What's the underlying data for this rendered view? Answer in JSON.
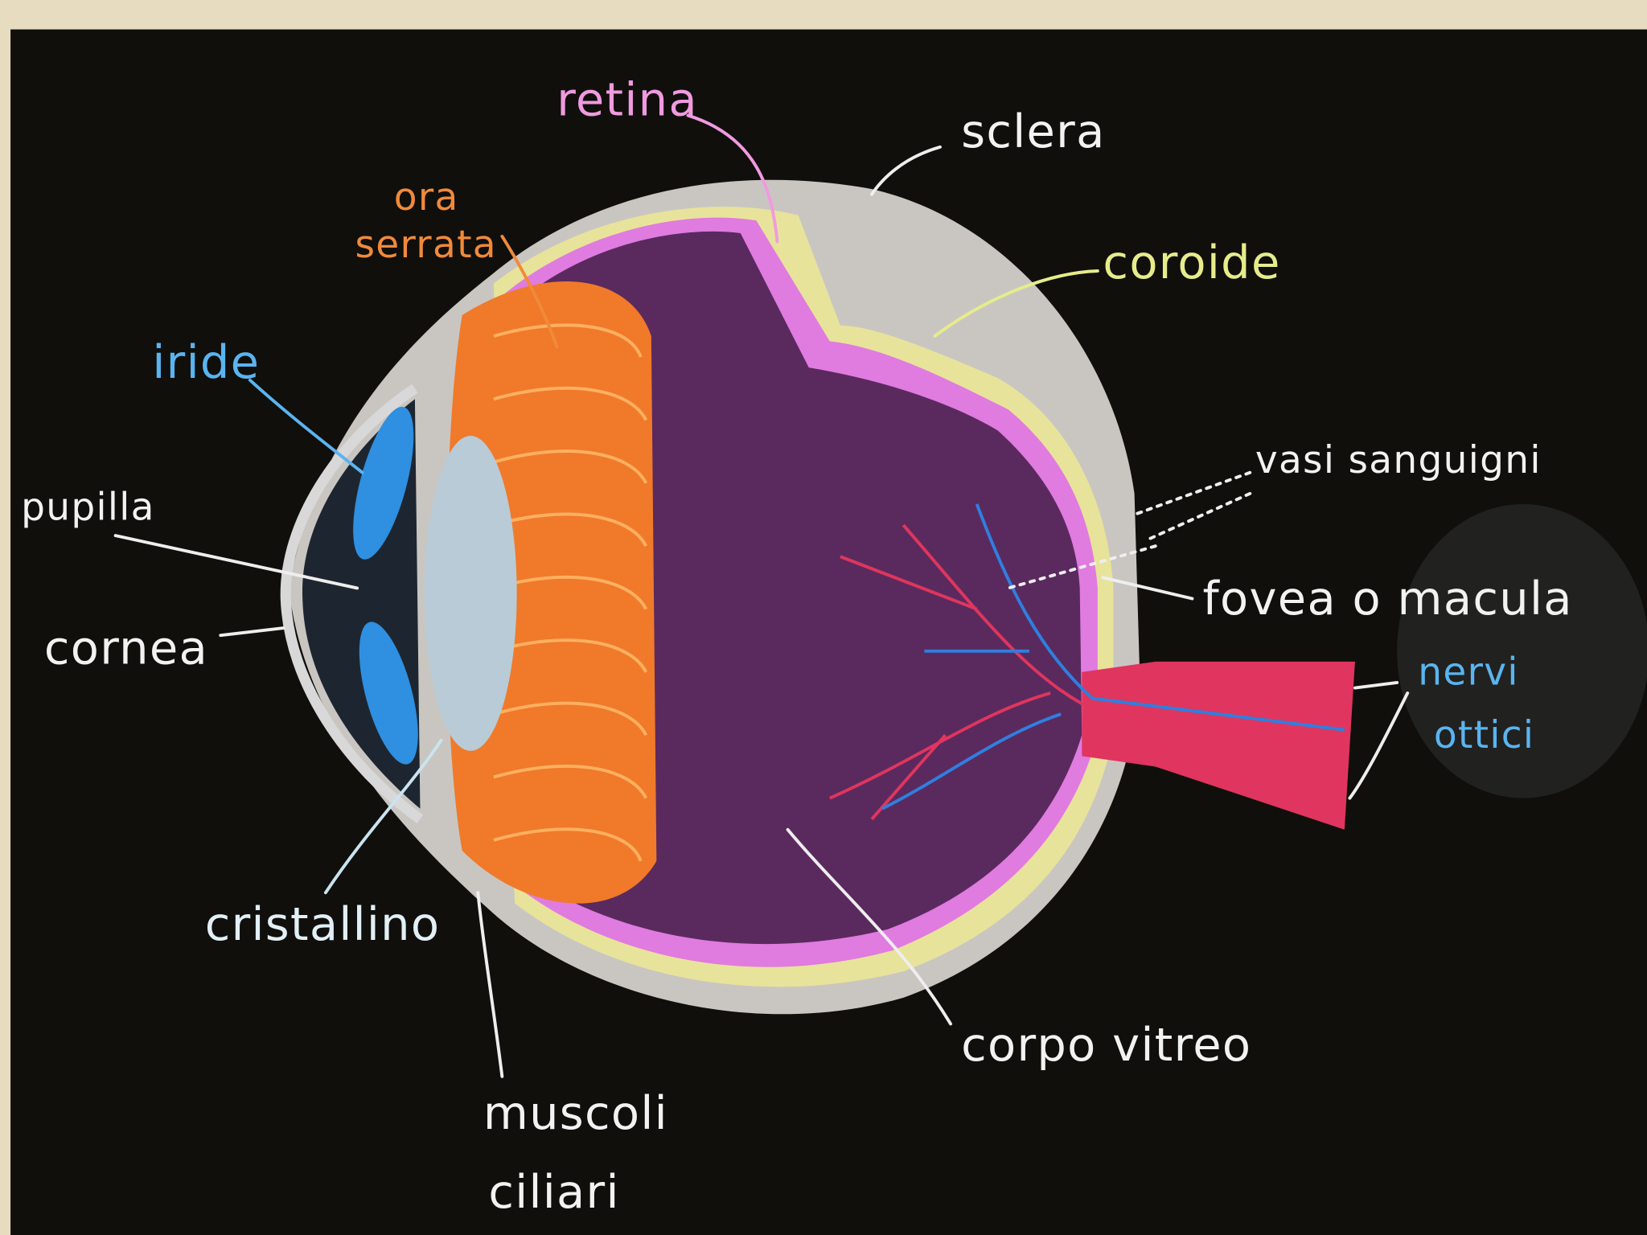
{
  "labels": {
    "retina": "retina",
    "sclera": "sclera",
    "ora_serrata_1": "ora",
    "ora_serrata_2": "serrata",
    "coroide": "coroide",
    "iride": "iride",
    "vasi_sanguigni": "vasi sanguigni",
    "pupilla": "pupilla",
    "fovea": "fovea o macula",
    "cornea": "cornea",
    "nervi_1": "nervi",
    "nervi_2": "ottici",
    "cristallino": "cristallino",
    "corpo_vitreo": "corpo vitreo",
    "muscoli_1": "muscoli",
    "muscoli_2": "ciliari"
  },
  "colors": {
    "board": "#100f0c",
    "sclera": "#c9c6c2",
    "choroid": "#e8e39a",
    "retina": "#e07be0",
    "vitreous": "#5a2a5e",
    "ciliary": "#f07a2a",
    "iris": "#2f8fe0",
    "lens": "#b9cbd6",
    "nerve": "#e0355e",
    "blue_label": "#5ab4f0",
    "orange_label": "#f08a3a",
    "pink_label": "#f09ae0",
    "yellow_label": "#e6ec8a"
  }
}
